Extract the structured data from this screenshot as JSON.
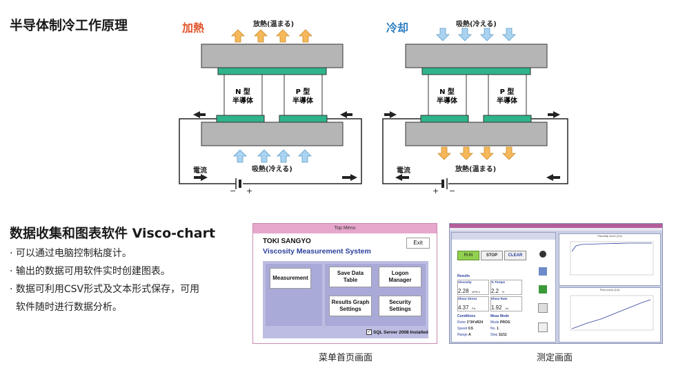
{
  "section1": {
    "title": "半导体制冷工作原理",
    "heating": {
      "label": "加熱",
      "top_note": "放熱(温まる)",
      "bottom_note": "吸熱(冷える)",
      "n_type": "N 型",
      "n_sub": "半導体",
      "p_type": "P 型",
      "p_sub": "半導体",
      "current": "電流",
      "minus": "−",
      "plus": "+"
    },
    "cooling": {
      "label": "冷却",
      "top_note": "吸熱(冷える)",
      "bottom_note": "放熱(温まる)",
      "n_type": "N 型",
      "n_sub": "半導体",
      "p_type": "P 型",
      "p_sub": "半導体",
      "current": "電流",
      "minus": "−",
      "plus": "+"
    },
    "colors": {
      "heat_red": "#e0552b",
      "cool_blue": "#2f7fc1",
      "orange_arrow": "#f6b85a",
      "blue_arrow": "#a9d3f0",
      "plate_gray": "#b5b5b5",
      "ceramic_green": "#2fb38a"
    }
  },
  "section2": {
    "title": "数据收集和图表软件 Visco-chart",
    "features": [
      "· 可以通过电脑控制粘度计。",
      "· 输出的数据可用软件实时创建图表。",
      "· 数据可利用CSV形式及文本形式保存，可用",
      "  软件随时进行数据分析。"
    ],
    "caption_menu": "菜单首页画面",
    "caption_measure": "测定画面"
  },
  "top_menu": {
    "window_title": "Top Menu",
    "company": "TOKI SANGYO",
    "system": "Viscosity Measurement System",
    "exit": "Exit",
    "measurement": "Measurement",
    "save_data_1": "Save Data",
    "save_data_2": "Table",
    "logon_1": "Logon",
    "logon_2": "Manager",
    "results_1": "Results Graph",
    "results_2": "Settings",
    "security_1": "Security",
    "security_2": "Settings",
    "sql": "SQL Server 2008 Installed"
  },
  "measure_screen": {
    "run": "RUN",
    "stop": "STOP",
    "clear": "CLEAR",
    "results": "Results",
    "viscosity_label": "Viscosity",
    "viscosity_value": "2.28",
    "viscosity_unit": "mPa·s",
    "torque_label": "% Torque",
    "torque_value": "2.2",
    "torque_unit": "%",
    "shear_stress_label": "Shear Stress",
    "shear_stress_value": "4.37",
    "shear_stress_unit": "Pa",
    "shear_rate_label": "Shear Rate",
    "shear_rate_value": "1.92",
    "shear_rate_unit": "1/s",
    "conditions": "Conditions",
    "rotor_label": "Rotor",
    "rotor_value": "1°34'xR24",
    "speed_label": "Speed",
    "speed_value": "0.5",
    "range_label": "Range",
    "range_value": "A",
    "mode_label": "Mode",
    "mode_value": "PROG",
    "no_label": "No.",
    "no_value": "1",
    "step_label": "Step",
    "step_value": "11/11",
    "meas_mode": "Meas Mode",
    "chart1_title": "Viscosity curve (1/x)",
    "chart2_title": "Flow curve (1/x)"
  }
}
